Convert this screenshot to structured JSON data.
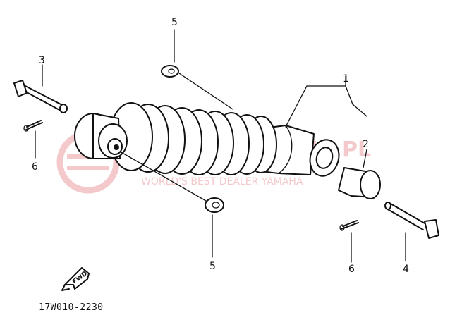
{
  "diagram": {
    "callouts": {
      "c1": "1",
      "c2": "2",
      "c3": "3",
      "c4": "4",
      "c5_top": "5",
      "c5_bottom": "5",
      "c6_left": "6",
      "c6_right": "6"
    },
    "fwd_label": "FWD",
    "part_code": "17W010-2230"
  },
  "watermark": {
    "text": "MOTOCLUB.PL",
    "subtext": "WORLD'S BEST DEALER YAMAHA",
    "color": "#f3c9cb"
  }
}
